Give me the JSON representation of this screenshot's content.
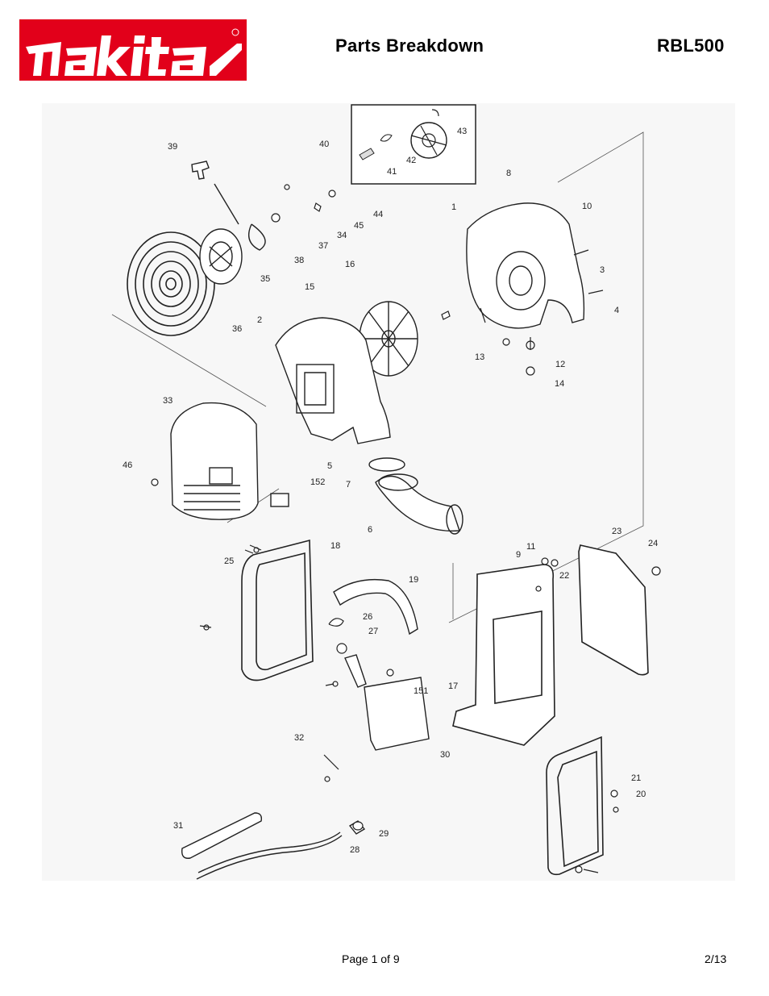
{
  "header": {
    "brand": "makita",
    "title": "Parts Breakdown",
    "model": "RBL500"
  },
  "colors": {
    "brand_red": "#e2001a",
    "diagram_bg": "#f7f7f7",
    "line": "#222222"
  },
  "diagram": {
    "part_labels": {
      "p1": "1",
      "p2": "2",
      "p3": "3",
      "p4": "4",
      "p5": "5",
      "p6": "6",
      "p7": "7",
      "p8": "8",
      "p9": "9",
      "p10": "10",
      "p11": "11",
      "p12": "12",
      "p13": "13",
      "p14": "14",
      "p15": "15",
      "p16": "16",
      "p17": "17",
      "p18": "18",
      "p19": "19",
      "p20": "20",
      "p21": "21",
      "p22": "22",
      "p23": "23",
      "p24": "24",
      "p25": "25",
      "p26": "26",
      "p27": "27",
      "p28": "28",
      "p29": "29",
      "p30": "30",
      "p31": "31",
      "p32": "32",
      "p33": "33",
      "p34": "34",
      "p35": "35",
      "p36": "36",
      "p37": "37",
      "p38": "38",
      "p39": "39",
      "p40": "40",
      "p41": "41",
      "p42": "42",
      "p43": "43",
      "p44": "44",
      "p45": "45",
      "p46": "46",
      "p151": "151",
      "p152": "152"
    }
  },
  "footer": {
    "page": "Page 1 of 9",
    "date": "2/13"
  }
}
